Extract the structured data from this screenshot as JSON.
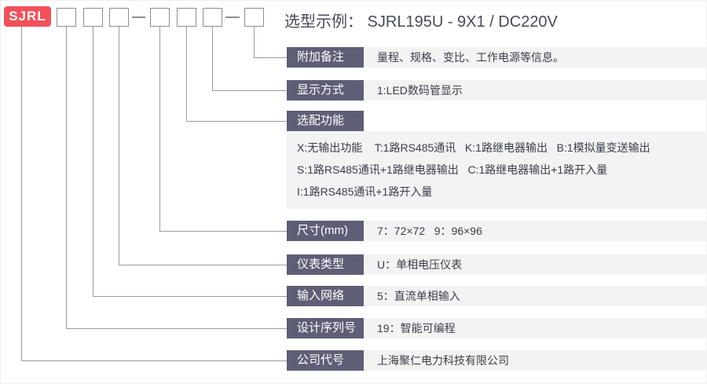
{
  "badge": {
    "label": "SJRL"
  },
  "title": {
    "text": "选型示例： SJRL195U - 9X1 / DC220V"
  },
  "code_boxes": {
    "groups": [
      3,
      3,
      1
    ],
    "separator": "-"
  },
  "rows": [
    {
      "label": "附加备注",
      "value": "量程、规格、变比、工作电源等信息。"
    },
    {
      "label": "显示方式",
      "value": "1:LED数码管显示"
    },
    {
      "label": "选配功能",
      "options": [
        "X:无输出功能    T:1路RS485通讯   K:1路继电器输出   B:1模拟量变送输出",
        "S:1路RS485通讯+1路继电器输出   C:1路继电器输出+1路开入量",
        "I:1路RS485通讯+1路开入量"
      ]
    },
    {
      "label": "尺寸(mm)",
      "value": "7：72×72   9：96×96"
    },
    {
      "label": "仪表类型",
      "value": "U：单相电压仪表"
    },
    {
      "label": "输入网络",
      "value": "5：直流单相输入"
    },
    {
      "label": "设计序列号",
      "value": "19：智能可编程"
    },
    {
      "label": "公司代号",
      "value": "上海聚仁电力科技有限公司"
    }
  ],
  "colors": {
    "badge_red": "#f1515a",
    "label_bg": "#5e5e76",
    "value_bg": "#f3f3f4",
    "line_gray": "#9b9b9b",
    "box_border": "#8d8d8d",
    "value_text": "#3d3d4b",
    "title_text": "#4a4a5c"
  }
}
